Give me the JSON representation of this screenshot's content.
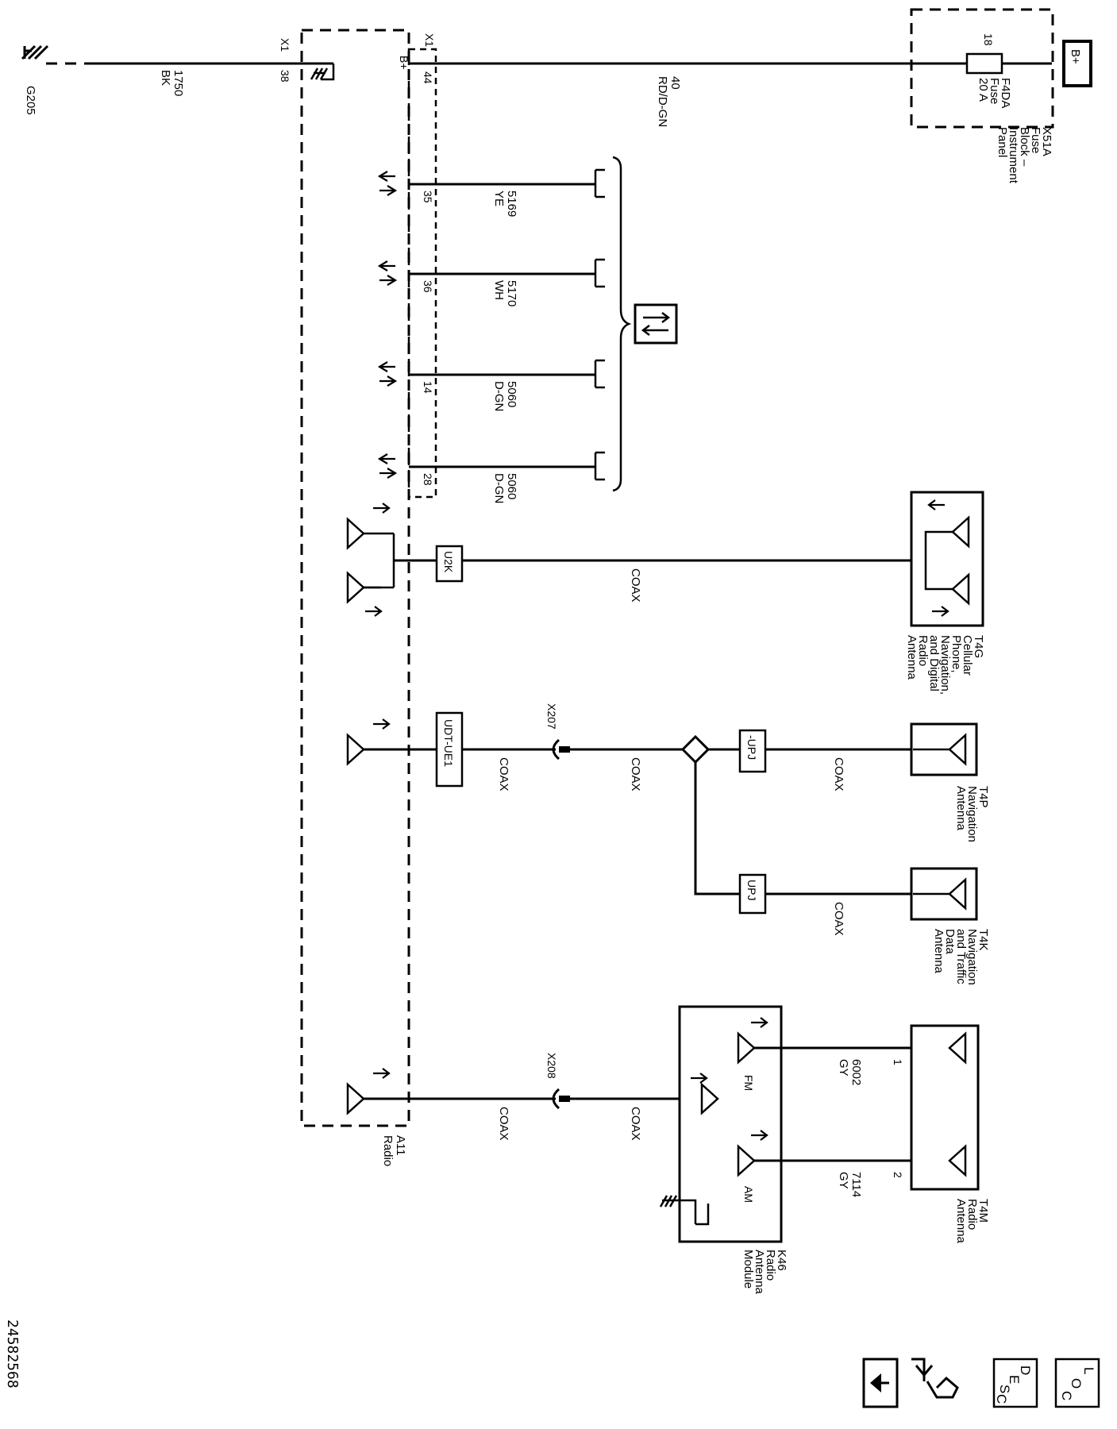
{
  "ground": {
    "id": "G205",
    "wire_num": "1750",
    "wire_color": "BK"
  },
  "radio": {
    "name": "A11",
    "desc": "Radio",
    "conn_left": "X1",
    "pin_ground": "38",
    "conn_right": "X1",
    "pin_batt": "44",
    "batt_label": "B+"
  },
  "power_wire": {
    "num": "40",
    "color": "RD/D-GN"
  },
  "fuse": {
    "id": "F4DA",
    "type": "Fuse",
    "rating": "20 A",
    "cavity": "18"
  },
  "fuse_block": {
    "id": "X51A",
    "line1": "Fuse",
    "line2": "Block –",
    "line3": "Instrument",
    "line4": "Panel"
  },
  "battery": {
    "label": "B+"
  },
  "data_lines": [
    {
      "pin": "35",
      "num": "5169",
      "color": "YE"
    },
    {
      "pin": "36",
      "num": "5170",
      "color": "WH"
    },
    {
      "pin": "14",
      "num": "5060",
      "color": "D-GN"
    },
    {
      "pin": "28",
      "num": "5060",
      "color": "D-GN"
    }
  ],
  "t4g": {
    "id": "T4G",
    "l1": "Cellular",
    "l2": "Phone,",
    "l3": "Navigation,",
    "l4": "and Digital",
    "l5": "Radio",
    "l6": "Antenna",
    "conn": "U2K",
    "coax": "COAX"
  },
  "t4p": {
    "id": "T4P",
    "l1": "Navigation",
    "l2": "Antenna",
    "conn_radio": "UDT-UE1",
    "inline": "X207",
    "conn": "-UPJ",
    "coax1": "COAX",
    "coax2": "COAX",
    "coax3": "COAX"
  },
  "t4k": {
    "id": "T4K",
    "l1": "Navigation",
    "l2": "and Traffic",
    "l3": "Data",
    "l4": "Antenna",
    "conn": "UPJ",
    "coax": "COAX"
  },
  "t4m": {
    "id": "T4M",
    "l1": "Radio",
    "l2": "Antenna",
    "pin1": "1",
    "pin2": "2",
    "w1_num": "6002",
    "w1_color": "GY",
    "w2_num": "7114",
    "w2_color": "GY"
  },
  "k46": {
    "id": "K46",
    "l1": "Radio",
    "l2": "Antenna",
    "l3": "Module",
    "fm": "FM",
    "am": "AM",
    "inline": "X208",
    "coax1": "COAX",
    "coax2": "COAX"
  },
  "doc_id": "24582568",
  "nav_icons": [
    "arrow-down-icon",
    "wrench-vehicle-icon",
    "desc-icon",
    "loc-icon"
  ],
  "nav": {
    "desc_d": "D",
    "desc_e": "E",
    "desc_s": "S",
    "desc_c": "C",
    "loc_l": "L",
    "loc_o": "O",
    "loc_c": "C"
  }
}
